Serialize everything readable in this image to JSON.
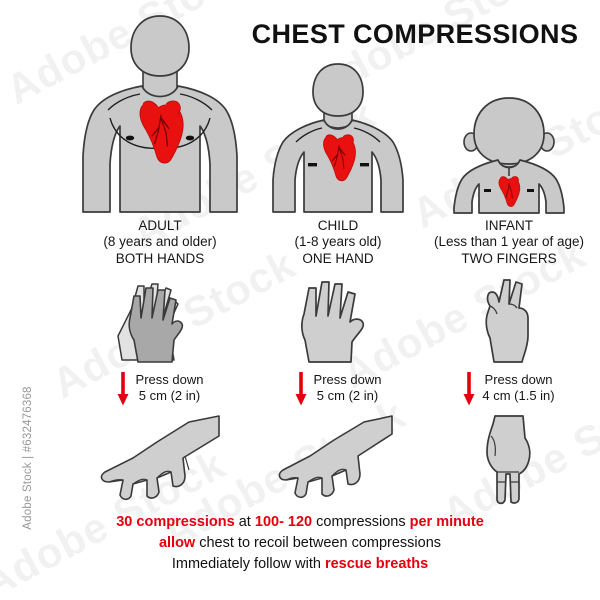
{
  "page": {
    "title": "CHEST COMPRESSIONS",
    "background_color": "#ffffff",
    "accent_red": "#e3000f",
    "body_gray": "#c9c9c9",
    "outline": "#3a3a3a"
  },
  "watermark": {
    "tile_text": "Adobe Stock",
    "side_text": "Adobe Stock | #632476368"
  },
  "columns": [
    {
      "id": "adult",
      "figure_icon": "adult-torso-with-heart-icon",
      "caption": {
        "heading": "ADULT",
        "age": "(8 years and older)",
        "technique": "BOTH HANDS"
      },
      "hand_top_icon": "two-hands-stacked-icon",
      "press": {
        "arrow_icon": "arrow-down-icon",
        "line1": "Press down",
        "line2": "5 cm (2 in)"
      },
      "hand_bottom_icon": "hand-side-view-icon"
    },
    {
      "id": "child",
      "figure_icon": "child-torso-with-heart-icon",
      "caption": {
        "heading": "CHILD",
        "age": "(1-8 years old)",
        "technique": "ONE HAND"
      },
      "hand_top_icon": "one-hand-open-icon",
      "press": {
        "arrow_icon": "arrow-down-icon",
        "line1": "Press down",
        "line2": "5 cm (2 in)"
      },
      "hand_bottom_icon": "hand-side-view-icon"
    },
    {
      "id": "infant",
      "figure_icon": "infant-torso-with-heart-icon",
      "caption": {
        "heading": "INFANT",
        "age": "(Less than 1 year of age)",
        "technique": "TWO FINGERS"
      },
      "hand_top_icon": "two-fingers-up-icon",
      "press": {
        "arrow_icon": "arrow-down-icon",
        "line1": "Press down",
        "line2": "4 cm (1.5 in)"
      },
      "hand_bottom_icon": "two-fingers-down-icon"
    }
  ],
  "footer": {
    "line1": {
      "seg1": "30 compressions",
      "seg2": " at ",
      "seg3": "100- 120",
      "seg4": " compressions ",
      "seg5": "per minute"
    },
    "line2": {
      "seg1": "allow",
      "seg2": " chest to recoil between compressions"
    },
    "line3": {
      "seg1": "Immediately follow with ",
      "seg2": "rescue breaths"
    }
  }
}
